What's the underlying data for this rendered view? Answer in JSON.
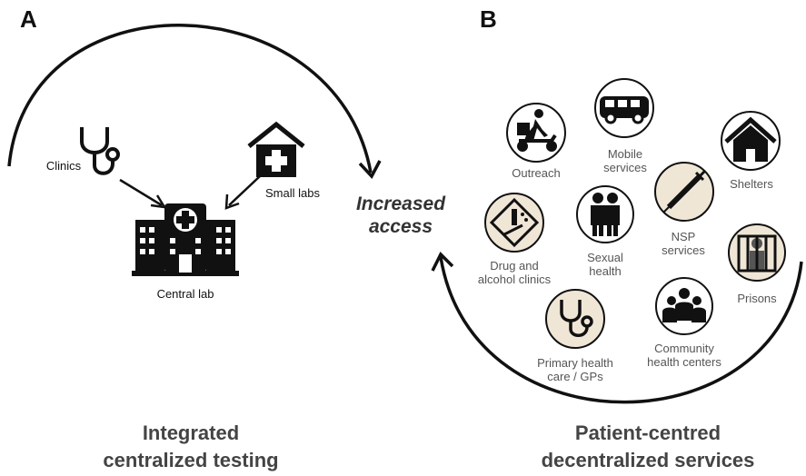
{
  "panel_a": {
    "letter": "A",
    "clinics_label": "Clinics",
    "small_labs_label": "Small labs",
    "central_lab_label": "Central lab",
    "caption_line1": "Integrated",
    "caption_line2": "centralized testing"
  },
  "center": {
    "line1": "Increased",
    "line2": "access"
  },
  "panel_b": {
    "letter": "B",
    "outreach": "Outreach",
    "mobile_line1": "Mobile",
    "mobile_line2": "services",
    "shelters": "Shelters",
    "nsp_line1": "NSP",
    "nsp_line2": "services",
    "sexual_line1": "Sexual",
    "sexual_line2": "health",
    "drug_line1": "Drug and",
    "drug_line2": "alcohol clinics",
    "prisons": "Prisons",
    "primary_line1": "Primary health",
    "primary_line2": "care / GPs",
    "community_line1": "Community",
    "community_line2": "health centers",
    "caption_line1": "Patient-centred",
    "caption_line2": "decentralized services"
  },
  "colors": {
    "beige": "#f0e6d6",
    "ink": "#111111"
  }
}
